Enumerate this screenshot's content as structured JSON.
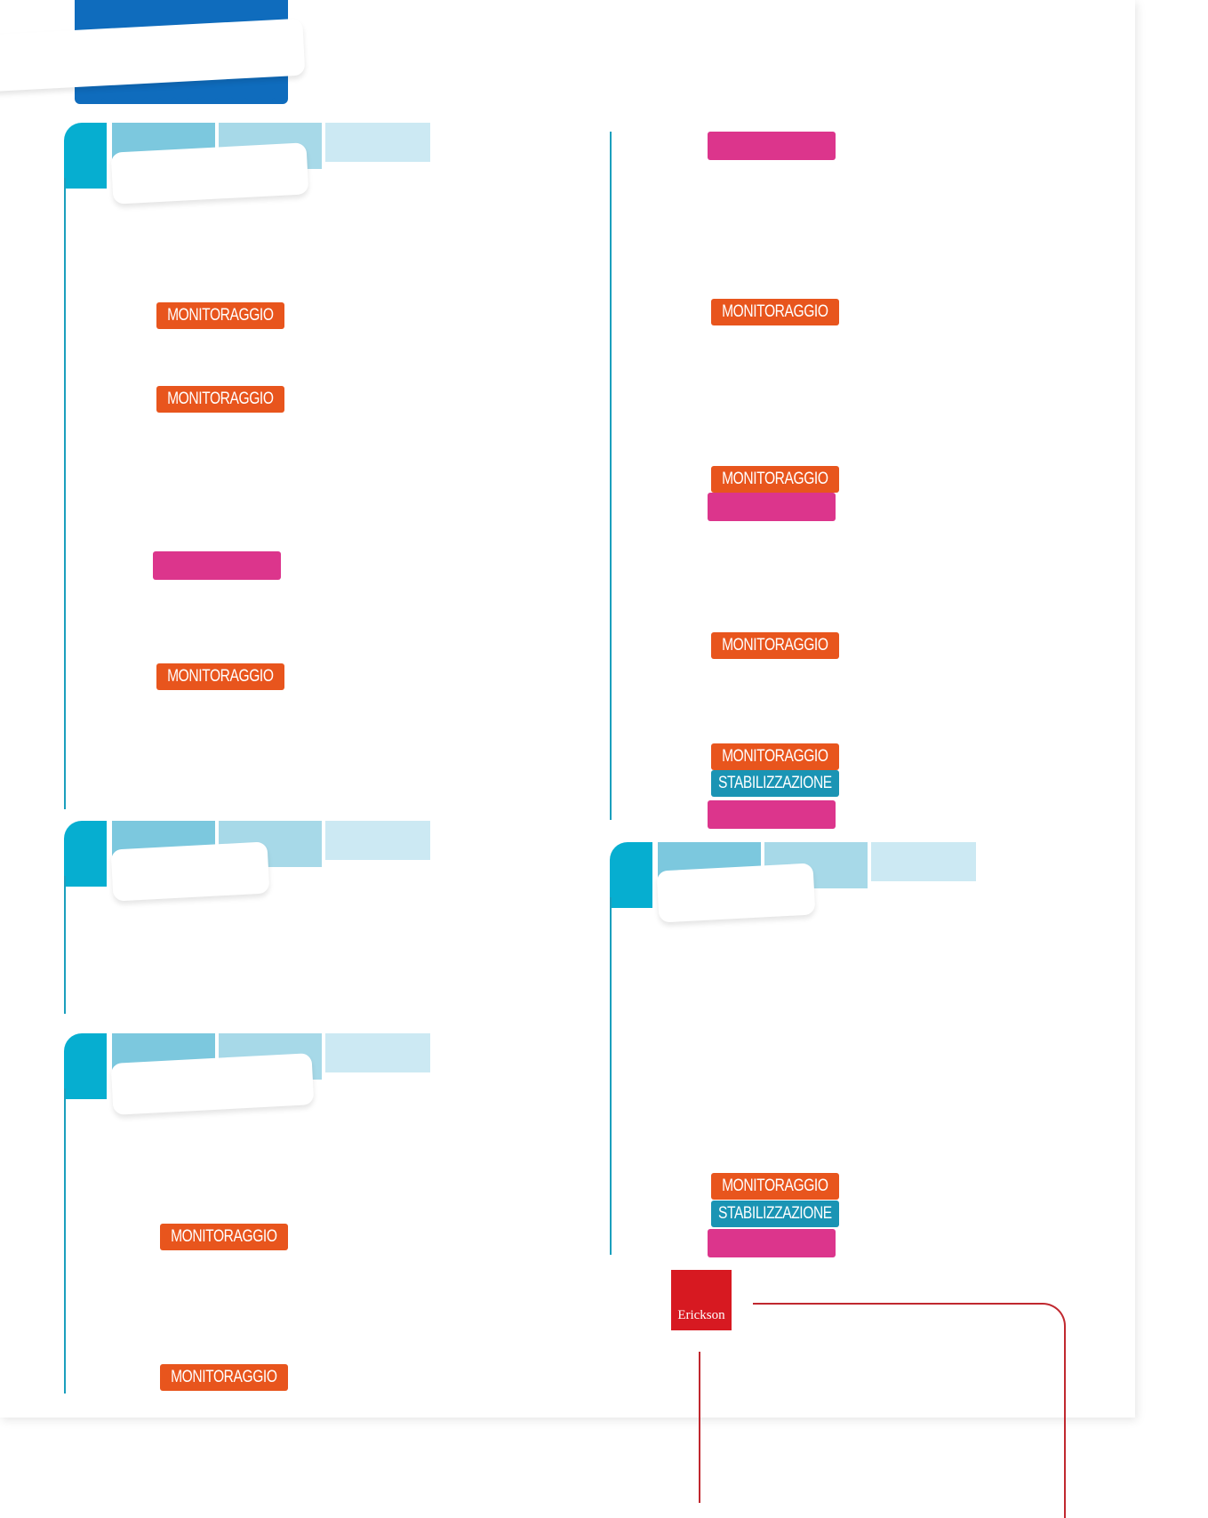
{
  "tags": {
    "monitoraggio": "MONITORAGGIO",
    "stabilizzazione": "STABILIZZAZIONE"
  },
  "logo": {
    "text": "Erickson"
  },
  "colors": {
    "brand_blue": "#0f6cbd",
    "section_teal": "#06aed0",
    "monitoraggio_orange": "#e8551d",
    "stabilizzazione_teal": "#1a94b4",
    "pink": "#dc358c",
    "erickson_red": "#d71921"
  }
}
